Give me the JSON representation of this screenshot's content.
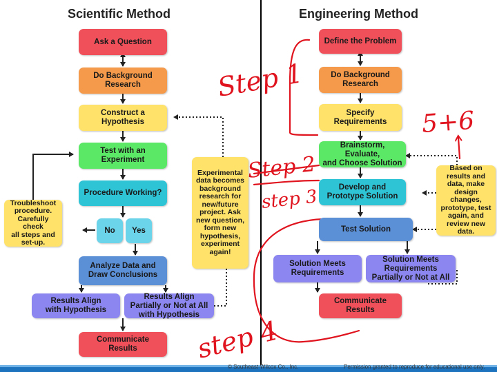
{
  "left": {
    "title": "Scientific Method",
    "boxes": {
      "ask": "Ask a Question",
      "background": "Do Background\nResearch",
      "hypothesis": "Construct a\nHypothesis",
      "test": "Test with an\nExperiment",
      "procedure": "Procedure Working?",
      "no": "No",
      "yes": "Yes",
      "troubleshoot": "Troubleshoot\nprocedure.\nCarefully check\nall steps and\nset-up.",
      "analyze": "Analyze Data and\nDraw Conclusions",
      "align": "Results Align\nwith Hypothesis",
      "partial": "Results Align\nPartially or Not at All\nwith Hypothesis",
      "communicate": "Communicate\nResults",
      "experimental_note": "Experimental data becomes background research for new/future project. Ask new question, form new hypothesis, experiment again!"
    }
  },
  "right": {
    "title": "Engineering Method",
    "boxes": {
      "define": "Define the Problem",
      "background": "Do Background\nResearch",
      "specify": "Specify\nRequirements",
      "brainstorm": "Brainstorm, Evaluate,\nand Choose Solution",
      "develop": "Develop and\nPrototype Solution",
      "test": "Test Solution",
      "meets": "Solution Meets\nRequirements",
      "partial": "Solution Meets\nRequirements\nPartially or Not at All",
      "communicate": "Communicate\nResults",
      "based_note": "Based on results and data, make design changes, prototype, test again, and review new data."
    }
  },
  "handwriting": {
    "step1": "Step 1",
    "step2": "Step 2",
    "step3": "step 3",
    "step4": "step 4",
    "step56": "5+6"
  },
  "footer": {
    "left": "© Southeast-Wilcox Co., Inc.",
    "right": "Permission granted to reproduce for educational use only."
  },
  "colors": {
    "handwriting": "#e0141e",
    "divider": "#000000",
    "footer_bar": "#1e73be"
  }
}
